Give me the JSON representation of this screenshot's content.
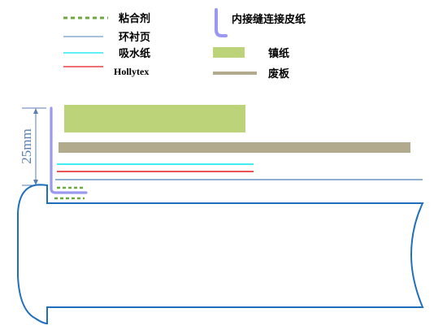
{
  "legend": {
    "adhesive": {
      "label": "粘合剂",
      "color": "#6aaa3a"
    },
    "liner": {
      "label": "环衬页",
      "color": "#4f81bd"
    },
    "absorbent": {
      "label": "吸水纸",
      "color": "#00e5ee"
    },
    "hollytex": {
      "label": "Hollytex",
      "color": "#e41a1c"
    },
    "hinge": {
      "label": "内接缝连接皮纸",
      "color": "#9999f0"
    },
    "weight": {
      "label": "镇纸",
      "color": "#bcd37a"
    },
    "board": {
      "label": "废板",
      "color": "#b1aa8d"
    }
  },
  "diagram": {
    "dimension": {
      "label": "25mm",
      "color": "#5a7fb0"
    },
    "spine_color": "#1f6fbf"
  }
}
